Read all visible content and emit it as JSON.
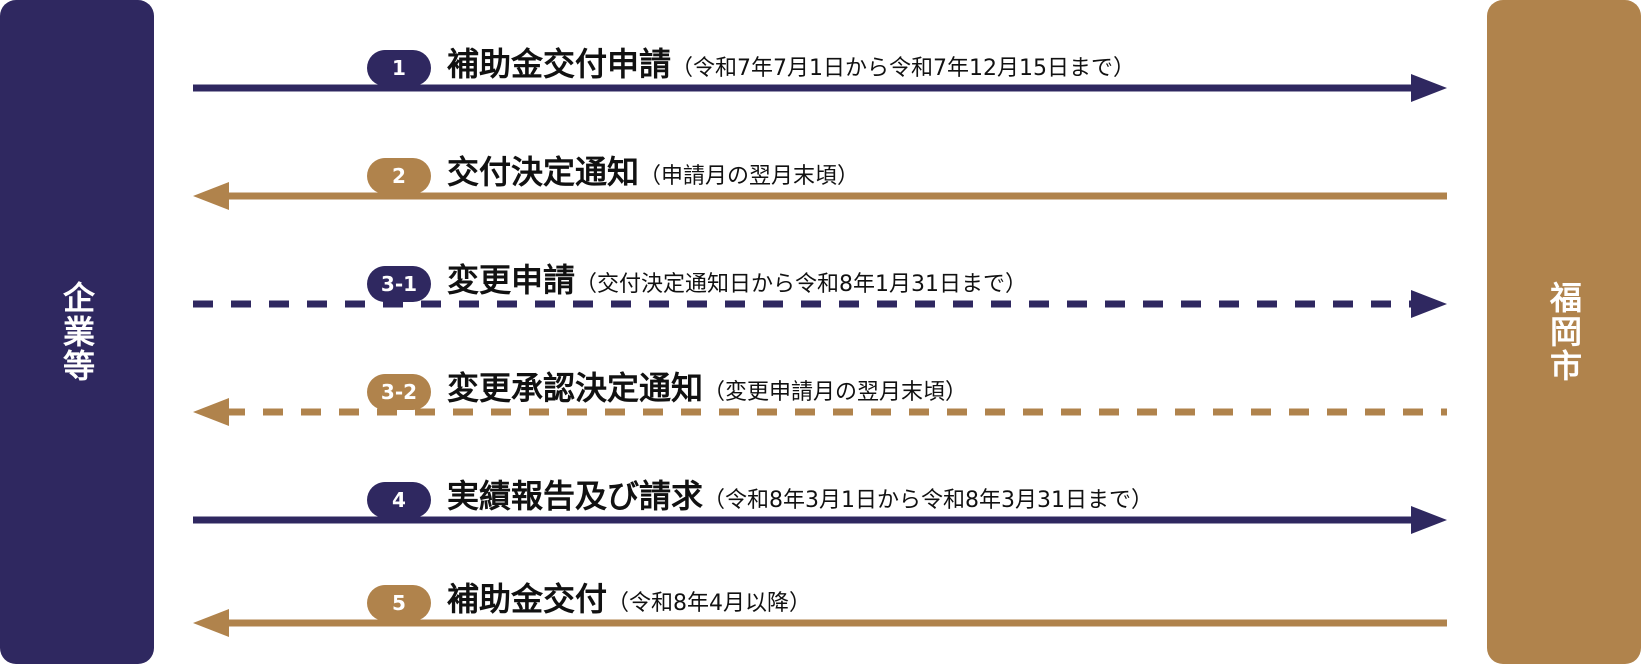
{
  "parties": {
    "left": "企業等",
    "right": "福岡市"
  },
  "colors": {
    "navy": "#2f2860",
    "gold": "#b0834c"
  },
  "steps": [
    {
      "badge": "1",
      "title": "補助金交付申請",
      "note": "（令和7年7月1日から令和7年12月15日まで）",
      "direction": "right",
      "style": "solid",
      "color": "navy"
    },
    {
      "badge": "2",
      "title": "交付決定通知",
      "note": "（申請月の翌月末頃）",
      "direction": "left",
      "style": "solid",
      "color": "gold"
    },
    {
      "badge": "3-1",
      "title": "変更申請",
      "note": "（交付決定通知日から令和8年1月31日まで）",
      "direction": "right",
      "style": "dashed",
      "color": "navy"
    },
    {
      "badge": "3-2",
      "title": "変更承認決定通知",
      "note": "（変更申請月の翌月末頃）",
      "direction": "left",
      "style": "dashed",
      "color": "gold"
    },
    {
      "badge": "4",
      "title": "実績報告及び請求",
      "note": "（令和8年3月1日から令和8年3月31日まで）",
      "direction": "right",
      "style": "solid",
      "color": "navy"
    },
    {
      "badge": "5",
      "title": "補助金交付",
      "note": "（令和8年4月以降）",
      "direction": "left",
      "style": "solid",
      "color": "gold"
    }
  ]
}
